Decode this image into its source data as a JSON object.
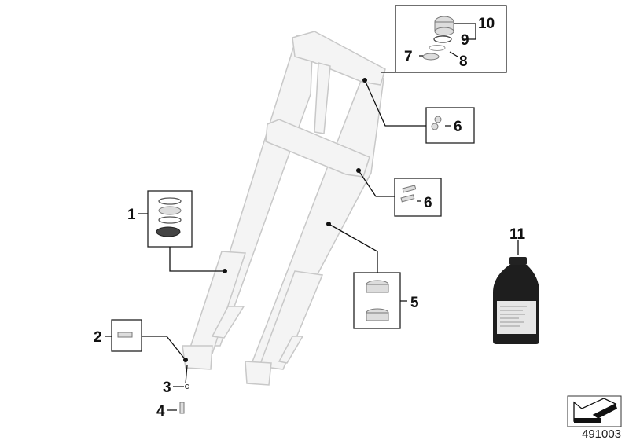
{
  "diagram": {
    "callouts": [
      {
        "id": "1",
        "label": "1"
      },
      {
        "id": "2",
        "label": "2"
      },
      {
        "id": "3",
        "label": "3"
      },
      {
        "id": "4",
        "label": "4"
      },
      {
        "id": "5",
        "label": "5"
      },
      {
        "id": "6a",
        "label": "6"
      },
      {
        "id": "6b",
        "label": "6"
      },
      {
        "id": "7",
        "label": "7"
      },
      {
        "id": "8",
        "label": "8"
      },
      {
        "id": "9",
        "label": "9"
      },
      {
        "id": "10",
        "label": "10"
      },
      {
        "id": "11",
        "label": "11"
      }
    ],
    "reference_number": "491003",
    "colors": {
      "line": "#111111",
      "fork": "#f4f4f4",
      "bottle": "#1e1e1e"
    }
  }
}
